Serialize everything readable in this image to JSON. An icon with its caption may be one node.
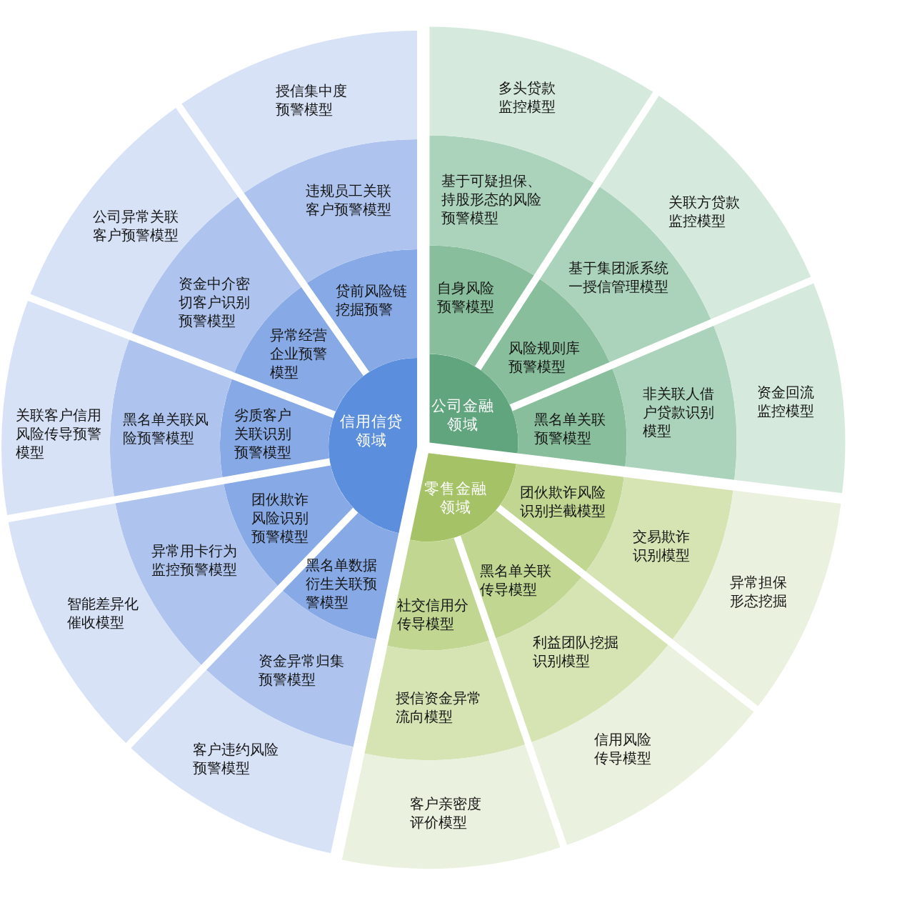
{
  "diagram": {
    "nodes": [
      {
        "text": [
          "信用信贷领域"
        ]
      },
      {
        "text": [
          "贷前风险链挖掘预警"
        ]
      },
      {
        "text": [
          "违规员工关联客户预警模型"
        ]
      },
      {
        "text": [
          "授信集中度预警模型"
        ]
      },
      {
        "text": [
          "异常经营企业预警模型"
        ]
      },
      {
        "text": [
          "资金中介密切客户识别预警模型"
        ]
      },
      {
        "text": [
          "公司异常关联客户预警模型"
        ]
      },
      {
        "text": [
          "劣质客户关联识别预警模型"
        ]
      },
      {
        "text": [
          "黑名单关联风险预警模型"
        ]
      },
      {
        "text": [
          "关联客户信用风险传导预警模型"
        ]
      },
      {
        "text": [
          "团伙欺诈风险识别预警模型"
        ]
      },
      {
        "text": [
          "异常用卡行为监控预警模型"
        ]
      },
      {
        "text": [
          "智能差异化催收模型"
        ]
      },
      {
        "text": [
          "黑名单数据衍生关联预警模型"
        ]
      },
      {
        "text": [
          "资金异常归集预警模型"
        ]
      },
      {
        "text": [
          "客户违约风险预警模型"
        ]
      },
      {
        "text": [
          "公司金融领域"
        ]
      },
      {
        "text": [
          "自身风险预警模型"
        ]
      },
      {
        "text": [
          "基于可疑担保、持股形态的风险预警模型"
        ]
      },
      {
        "text": [
          "多头贷款监控模型"
        ]
      },
      {
        "text": [
          "风险规则库预警模型"
        ]
      },
      {
        "text": [
          "基于集团派系统一授信管理模型"
        ]
      },
      {
        "text": [
          "关联方贷款监控模型"
        ]
      },
      {
        "text": [
          "黑名单关联预警模型"
        ]
      },
      {
        "text": [
          "非关联人借户贷款识别模型"
        ]
      },
      {
        "text": [
          "资金回流监控模型"
        ]
      },
      {
        "text": [
          "零售金融领域"
        ]
      },
      {
        "text": [
          "团伙欺诈风险识别拦截模型"
        ]
      },
      {
        "text": [
          "交易欺诈识别模型"
        ]
      },
      {
        "text": [
          "异常担保形态挖掘"
        ]
      },
      {
        "text": [
          "黑名单关联传导模型"
        ]
      },
      {
        "text": [
          "利益团队挖掘识别模型"
        ]
      },
      {
        "text": [
          "信用风险传导模型"
        ]
      },
      {
        "text": [
          "社交信用分传导模型"
        ]
      },
      {
        "text": [
          "授信资金异常流向模型"
        ]
      },
      {
        "text": [
          "客户亲密度评价模型"
        ]
      }
    ]
  }
}
